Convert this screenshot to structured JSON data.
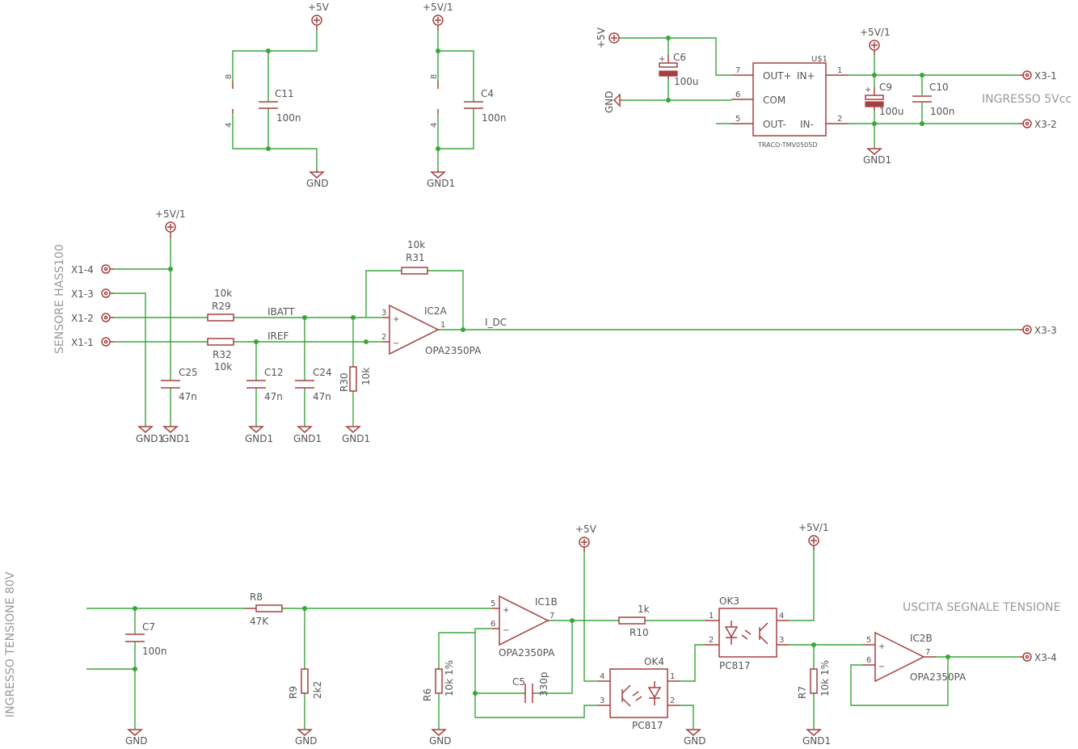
{
  "supplies": {
    "v5": "+5V",
    "v5_1": "+5V/1",
    "gnd": "GND",
    "gnd1": "GND1"
  },
  "labels": {
    "ingresso_5vcc": "INGRESSO 5Vcc",
    "sensore": "SENSORE HASS100",
    "ingresso_tensione": "INGRESSO TENSIONE 80V",
    "uscita_segnale": "USCITA SEGNALE TENSIONE"
  },
  "nets": {
    "ibatt": "IBATT",
    "iref": "IREF",
    "idc": "I_DC"
  },
  "connectors": {
    "x1_1": "X1-1",
    "x1_2": "X1-2",
    "x1_3": "X1-3",
    "x1_4": "X1-4",
    "x3_1": "X3-1",
    "x3_2": "X3-2",
    "x3_3": "X3-3",
    "x3_4": "X3-4"
  },
  "components": {
    "c11": {
      "name": "C11",
      "value": "100n"
    },
    "c4": {
      "name": "C4",
      "value": "100n"
    },
    "c6": {
      "name": "C6",
      "value": "100u"
    },
    "c9": {
      "name": "C9",
      "value": "100u"
    },
    "c10": {
      "name": "C10",
      "value": "100n"
    },
    "c25": {
      "name": "C25",
      "value": "47n"
    },
    "c12": {
      "name": "C12",
      "value": "47n"
    },
    "c24": {
      "name": "C24",
      "value": "47n"
    },
    "c7": {
      "name": "C7",
      "value": "100n"
    },
    "c5": {
      "name": "C5",
      "value": "330p"
    },
    "r29": {
      "name": "R29",
      "value": "10k"
    },
    "r32": {
      "name": "R32",
      "value": "10k"
    },
    "r31": {
      "name": "R31",
      "value": "10k"
    },
    "r30": {
      "name": "R30",
      "value": "10k"
    },
    "r8": {
      "name": "R8",
      "value": "47K"
    },
    "r9": {
      "name": "R9",
      "value": "2k2"
    },
    "r6": {
      "name": "R6",
      "value": "10k 1%"
    },
    "r10": {
      "name": "R10",
      "value": "1k"
    },
    "r7": {
      "name": "R7",
      "value": "10k 1%"
    },
    "u1": {
      "name": "U$1",
      "part": "TRACO-TMV0505D",
      "out_plus": "OUT+",
      "com": "COM",
      "out_minus": "OUT-",
      "in_plus": "IN+",
      "in_minus": "IN-"
    },
    "ic2a": {
      "name": "IC2A",
      "part": "OPA2350PA"
    },
    "ic1b": {
      "name": "IC1B",
      "part": "OPA2350PA"
    },
    "ic2b": {
      "name": "IC2B",
      "part": "OPA2350PA"
    },
    "ok4": {
      "name": "OK4",
      "part": "PC817"
    },
    "ok3": {
      "name": "OK3",
      "part": "PC817"
    }
  },
  "pins": {
    "p1": "1",
    "p2": "2",
    "p3": "3",
    "p4": "4",
    "p5": "5",
    "p6": "6",
    "p7": "7",
    "p8": "8"
  }
}
